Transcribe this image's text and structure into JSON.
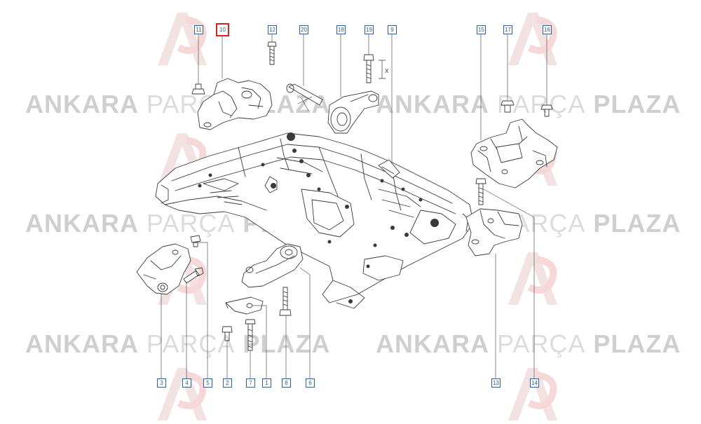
{
  "watermark": {
    "word1": "ANKARA",
    "word2": "PARÇA",
    "word3": "PLAZA"
  },
  "callouts": {
    "c11": "11",
    "c10": "10",
    "c12": "12",
    "c20": "20",
    "c18": "18",
    "c19": "19",
    "c9": "9",
    "c15": "15",
    "c17": "17",
    "c16": "16",
    "c3": "3",
    "c4": "4",
    "c5": "5",
    "c2": "2",
    "c7": "7",
    "c1": "1",
    "c8": "8",
    "c6": "6",
    "c13": "13",
    "c14": "14"
  },
  "dimension_label": "X",
  "colors": {
    "callout_border": "#2f5f8f",
    "highlight": "#d42222",
    "line": "#3a3a3a",
    "watermark": "#cfcfcf",
    "logo": "#f2d6d6"
  }
}
